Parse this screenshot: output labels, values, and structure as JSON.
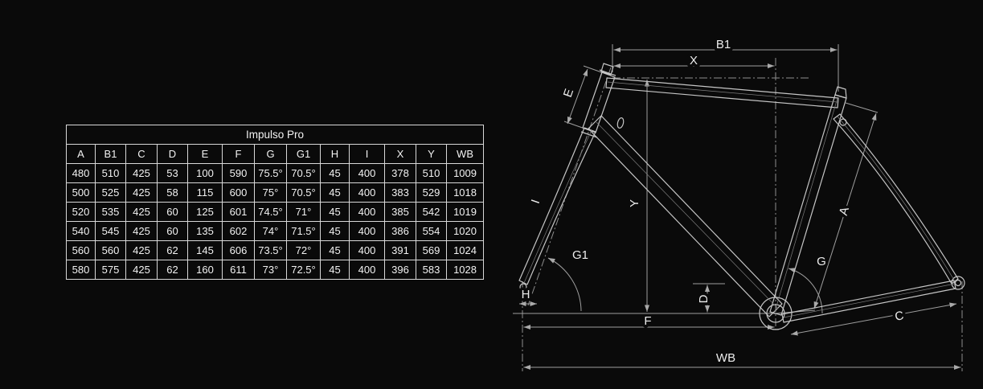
{
  "page": {
    "background": "#0a0a0a"
  },
  "table": {
    "title": "Impulso Pro",
    "columns": [
      "A",
      "B1",
      "C",
      "D",
      "E",
      "F",
      "G",
      "G1",
      "H",
      "I",
      "X",
      "Y",
      "WB"
    ],
    "rows": [
      [
        "480",
        "510",
        "425",
        "53",
        "100",
        "590",
        "75.5°",
        "70.5°",
        "45",
        "400",
        "378",
        "510",
        "1009"
      ],
      [
        "500",
        "525",
        "425",
        "58",
        "115",
        "600",
        "75°",
        "70.5°",
        "45",
        "400",
        "383",
        "529",
        "1018"
      ],
      [
        "520",
        "535",
        "425",
        "60",
        "125",
        "601",
        "74.5°",
        "71°",
        "45",
        "400",
        "385",
        "542",
        "1019"
      ],
      [
        "540",
        "545",
        "425",
        "60",
        "135",
        "602",
        "74°",
        "71.5°",
        "45",
        "400",
        "386",
        "554",
        "1020"
      ],
      [
        "560",
        "560",
        "425",
        "62",
        "145",
        "606",
        "73.5°",
        "72°",
        "45",
        "400",
        "391",
        "569",
        "1024"
      ],
      [
        "580",
        "575",
        "425",
        "62",
        "160",
        "611",
        "73°",
        "72.5°",
        "45",
        "400",
        "396",
        "583",
        "1028"
      ]
    ]
  },
  "diagram": {
    "line_color": "#c6c6c6",
    "dim_color": "#9e9e9e",
    "text_color": "#ededed",
    "labels": {
      "b1": "B1",
      "x": "X",
      "e": "E",
      "i": "I",
      "y": "Y",
      "a": "A",
      "g": "G",
      "g1": "G1",
      "h": "H",
      "d": "D",
      "f": "F",
      "c": "C",
      "wb": "WB"
    }
  },
  "chart_data": {
    "type": "table",
    "title": "Impulso Pro",
    "columns": [
      "A",
      "B1",
      "C",
      "D",
      "E",
      "F",
      "G",
      "G1",
      "H",
      "I",
      "X",
      "Y",
      "WB"
    ],
    "rows": [
      [
        480,
        510,
        425,
        53,
        100,
        590,
        "75.5°",
        "70.5°",
        45,
        400,
        378,
        510,
        1009
      ],
      [
        500,
        525,
        425,
        58,
        115,
        600,
        "75°",
        "70.5°",
        45,
        400,
        383,
        529,
        1018
      ],
      [
        520,
        535,
        425,
        60,
        125,
        601,
        "74.5°",
        "71°",
        45,
        400,
        385,
        542,
        1019
      ],
      [
        540,
        545,
        425,
        60,
        135,
        602,
        "74°",
        "71.5°",
        45,
        400,
        386,
        554,
        1020
      ],
      [
        560,
        560,
        425,
        62,
        145,
        606,
        "73.5°",
        "72°",
        45,
        400,
        391,
        569,
        1024
      ],
      [
        580,
        575,
        425,
        62,
        160,
        611,
        "73°",
        "72.5°",
        45,
        400,
        396,
        583,
        1028
      ]
    ]
  }
}
